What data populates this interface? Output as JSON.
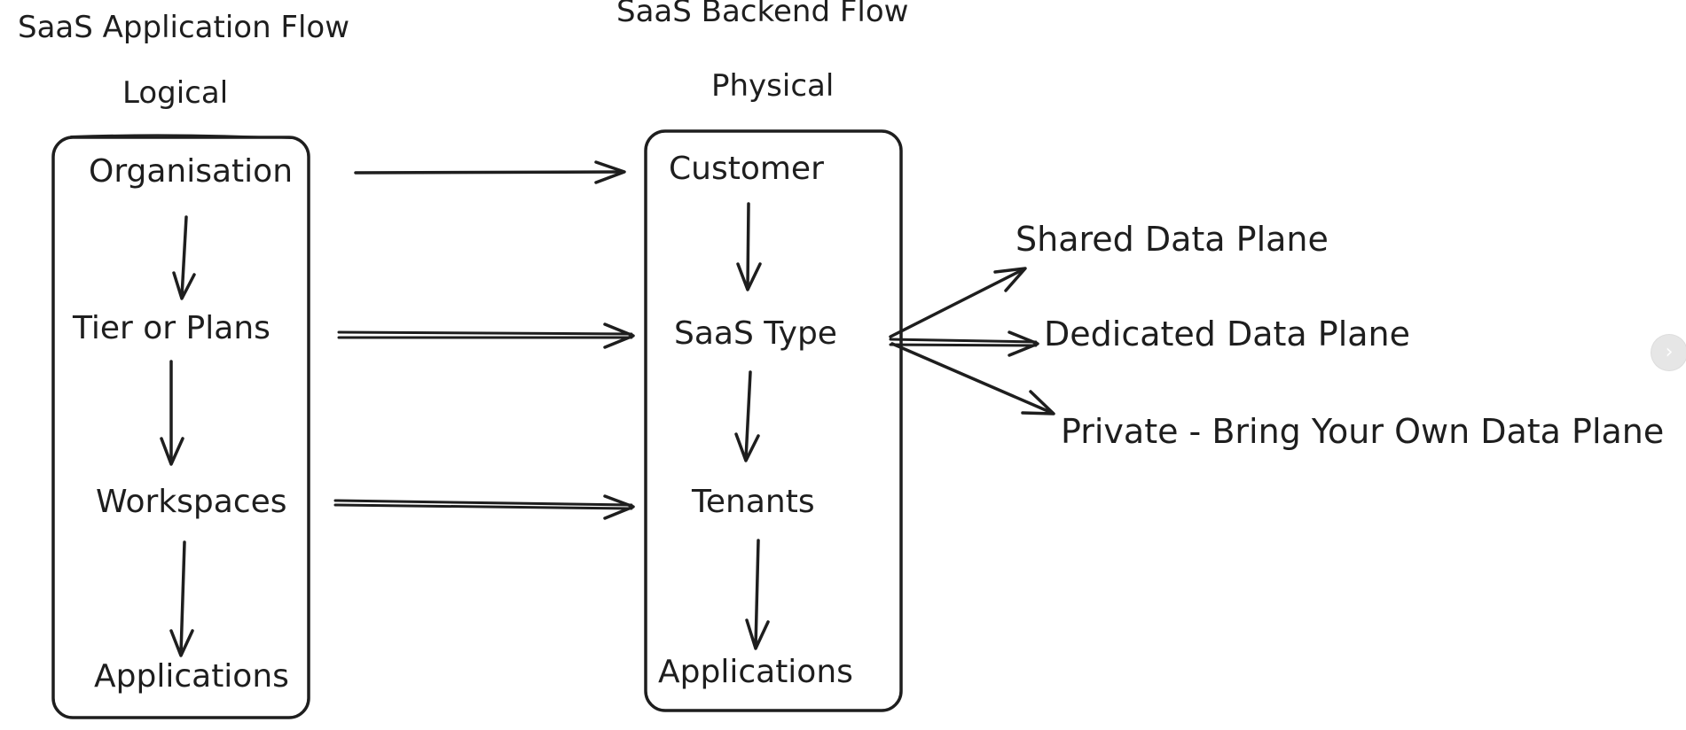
{
  "left_panel": {
    "title": "SaaS Application Flow",
    "subtitle": "Logical",
    "nodes": [
      "Organisation",
      "Tier or Plans",
      "Workspaces",
      "Applications"
    ]
  },
  "right_panel": {
    "title": "SaaS Backend Flow",
    "subtitle": "Physical",
    "nodes": [
      "Customer",
      "SaaS Type",
      "Tenants",
      "Applications"
    ]
  },
  "outputs": [
    "Shared Data Plane",
    "Dedicated Data Plane",
    "Private - Bring Your Own Data Plane"
  ],
  "nav": {
    "next_icon": "chevron-right-icon",
    "next_glyph": "›"
  }
}
